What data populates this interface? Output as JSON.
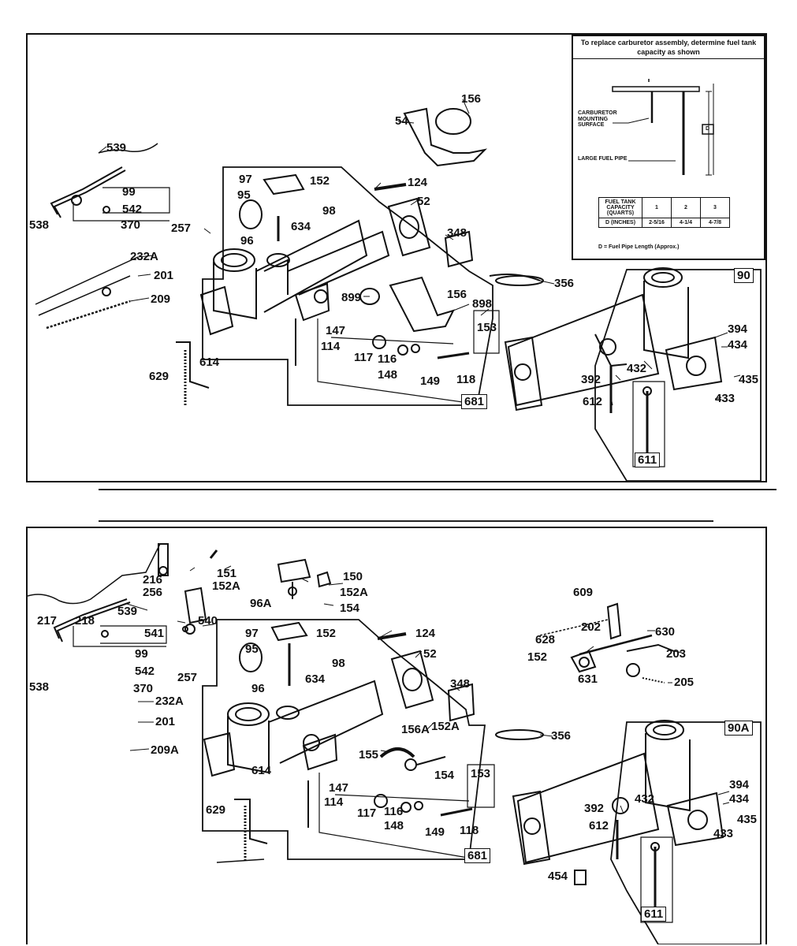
{
  "top": {
    "inset": {
      "title": "To replace carburetor assembly, determine fuel tank capacity as shown",
      "mount_label": "CARBURETOR MOUNTING SURFACE",
      "pipe_label": "LARGE FUEL PIPE",
      "dim_label": "D",
      "table": {
        "head": [
          "FUEL TANK CAPACITY (QUARTS)",
          "1",
          "2",
          "3"
        ],
        "row": [
          "D (INCHES)",
          "2-5/16",
          "4-1/4",
          "4-7/8"
        ]
      },
      "footnote": "D = Fuel Pipe Length (Approx.)"
    },
    "labels": [
      "539",
      "99",
      "542",
      "370",
      "538",
      "97",
      "95",
      "152",
      "98",
      "96",
      "634",
      "257",
      "54",
      "156",
      "124",
      "52",
      "348",
      "232A",
      "201",
      "209",
      "356",
      "90",
      "899",
      "156",
      "898",
      "153",
      "147",
      "114",
      "117",
      "116",
      "148",
      "149",
      "118",
      "681",
      "394",
      "434",
      "432",
      "392",
      "612",
      "435",
      "433",
      "614",
      "629",
      "611"
    ]
  },
  "bottom": {
    "labels": [
      "216",
      "256",
      "151",
      "152A",
      "150",
      "152A",
      "96A",
      "154",
      "217",
      "218",
      "539",
      "541",
      "540",
      "99",
      "542",
      "370",
      "538",
      "97",
      "95",
      "152",
      "98",
      "96",
      "634",
      "257",
      "124",
      "52",
      "609",
      "202",
      "628",
      "152",
      "630",
      "203",
      "631",
      "205",
      "348",
      "356",
      "232A",
      "201",
      "209A",
      "156A",
      "152A",
      "155",
      "154",
      "153",
      "90A",
      "147",
      "114",
      "117",
      "116",
      "148",
      "149",
      "118",
      "681",
      "394",
      "434",
      "435",
      "433",
      "392",
      "432",
      "612",
      "614",
      "629",
      "454",
      "611"
    ]
  }
}
